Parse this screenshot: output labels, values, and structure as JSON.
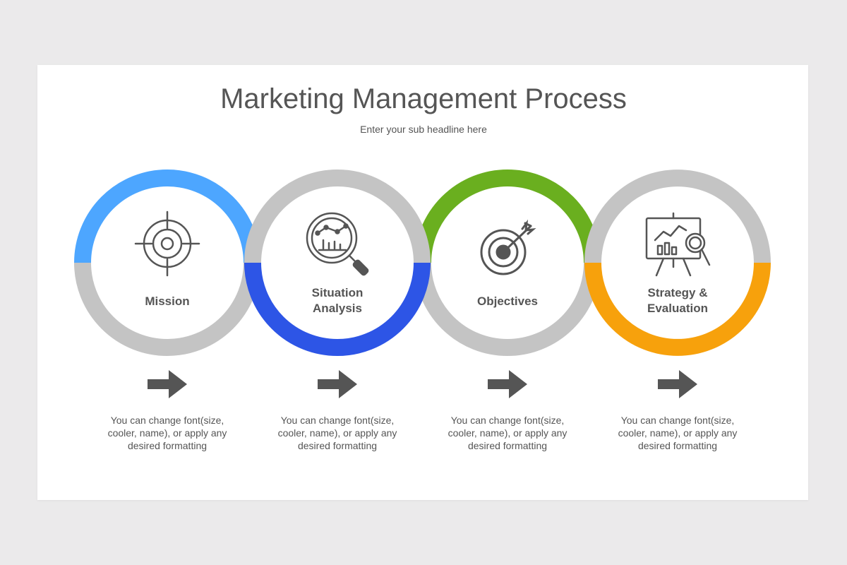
{
  "header": {
    "title": "Marketing Management Process",
    "subtitle": "Enter your sub headline here"
  },
  "steps": [
    {
      "label_line1": "Mission",
      "label_line2": "",
      "icon": "crosshair-icon",
      "description": [
        "You can change font(size,",
        "cooler, name), or apply any",
        "desired formatting"
      ],
      "accent": "#4da6ff",
      "accent_half": "top"
    },
    {
      "label_line1": "Situation",
      "label_line2": "Analysis",
      "icon": "magnifier-chart-icon",
      "description": [
        "You can change font(size,",
        "cooler, name), or apply any",
        "desired formatting"
      ],
      "accent": "#2d55e6",
      "accent_half": "bottom"
    },
    {
      "label_line1": "Objectives",
      "label_line2": "",
      "icon": "target-arrow-icon",
      "description": [
        "You can change font(size,",
        "cooler, name), or apply any",
        "desired formatting"
      ],
      "accent": "#6aaf1f",
      "accent_half": "top"
    },
    {
      "label_line1": "Strategy &",
      "label_line2": "Evaluation",
      "icon": "presentation-board-icon",
      "description": [
        "You can change font(size,",
        "cooler, name), or apply any",
        "desired formatting"
      ],
      "accent": "#f7a10c",
      "accent_half": "bottom"
    }
  ],
  "colors": {
    "ring_gray": "#c4c4c4",
    "icon_gray": "#555555",
    "text_gray": "#555555"
  }
}
